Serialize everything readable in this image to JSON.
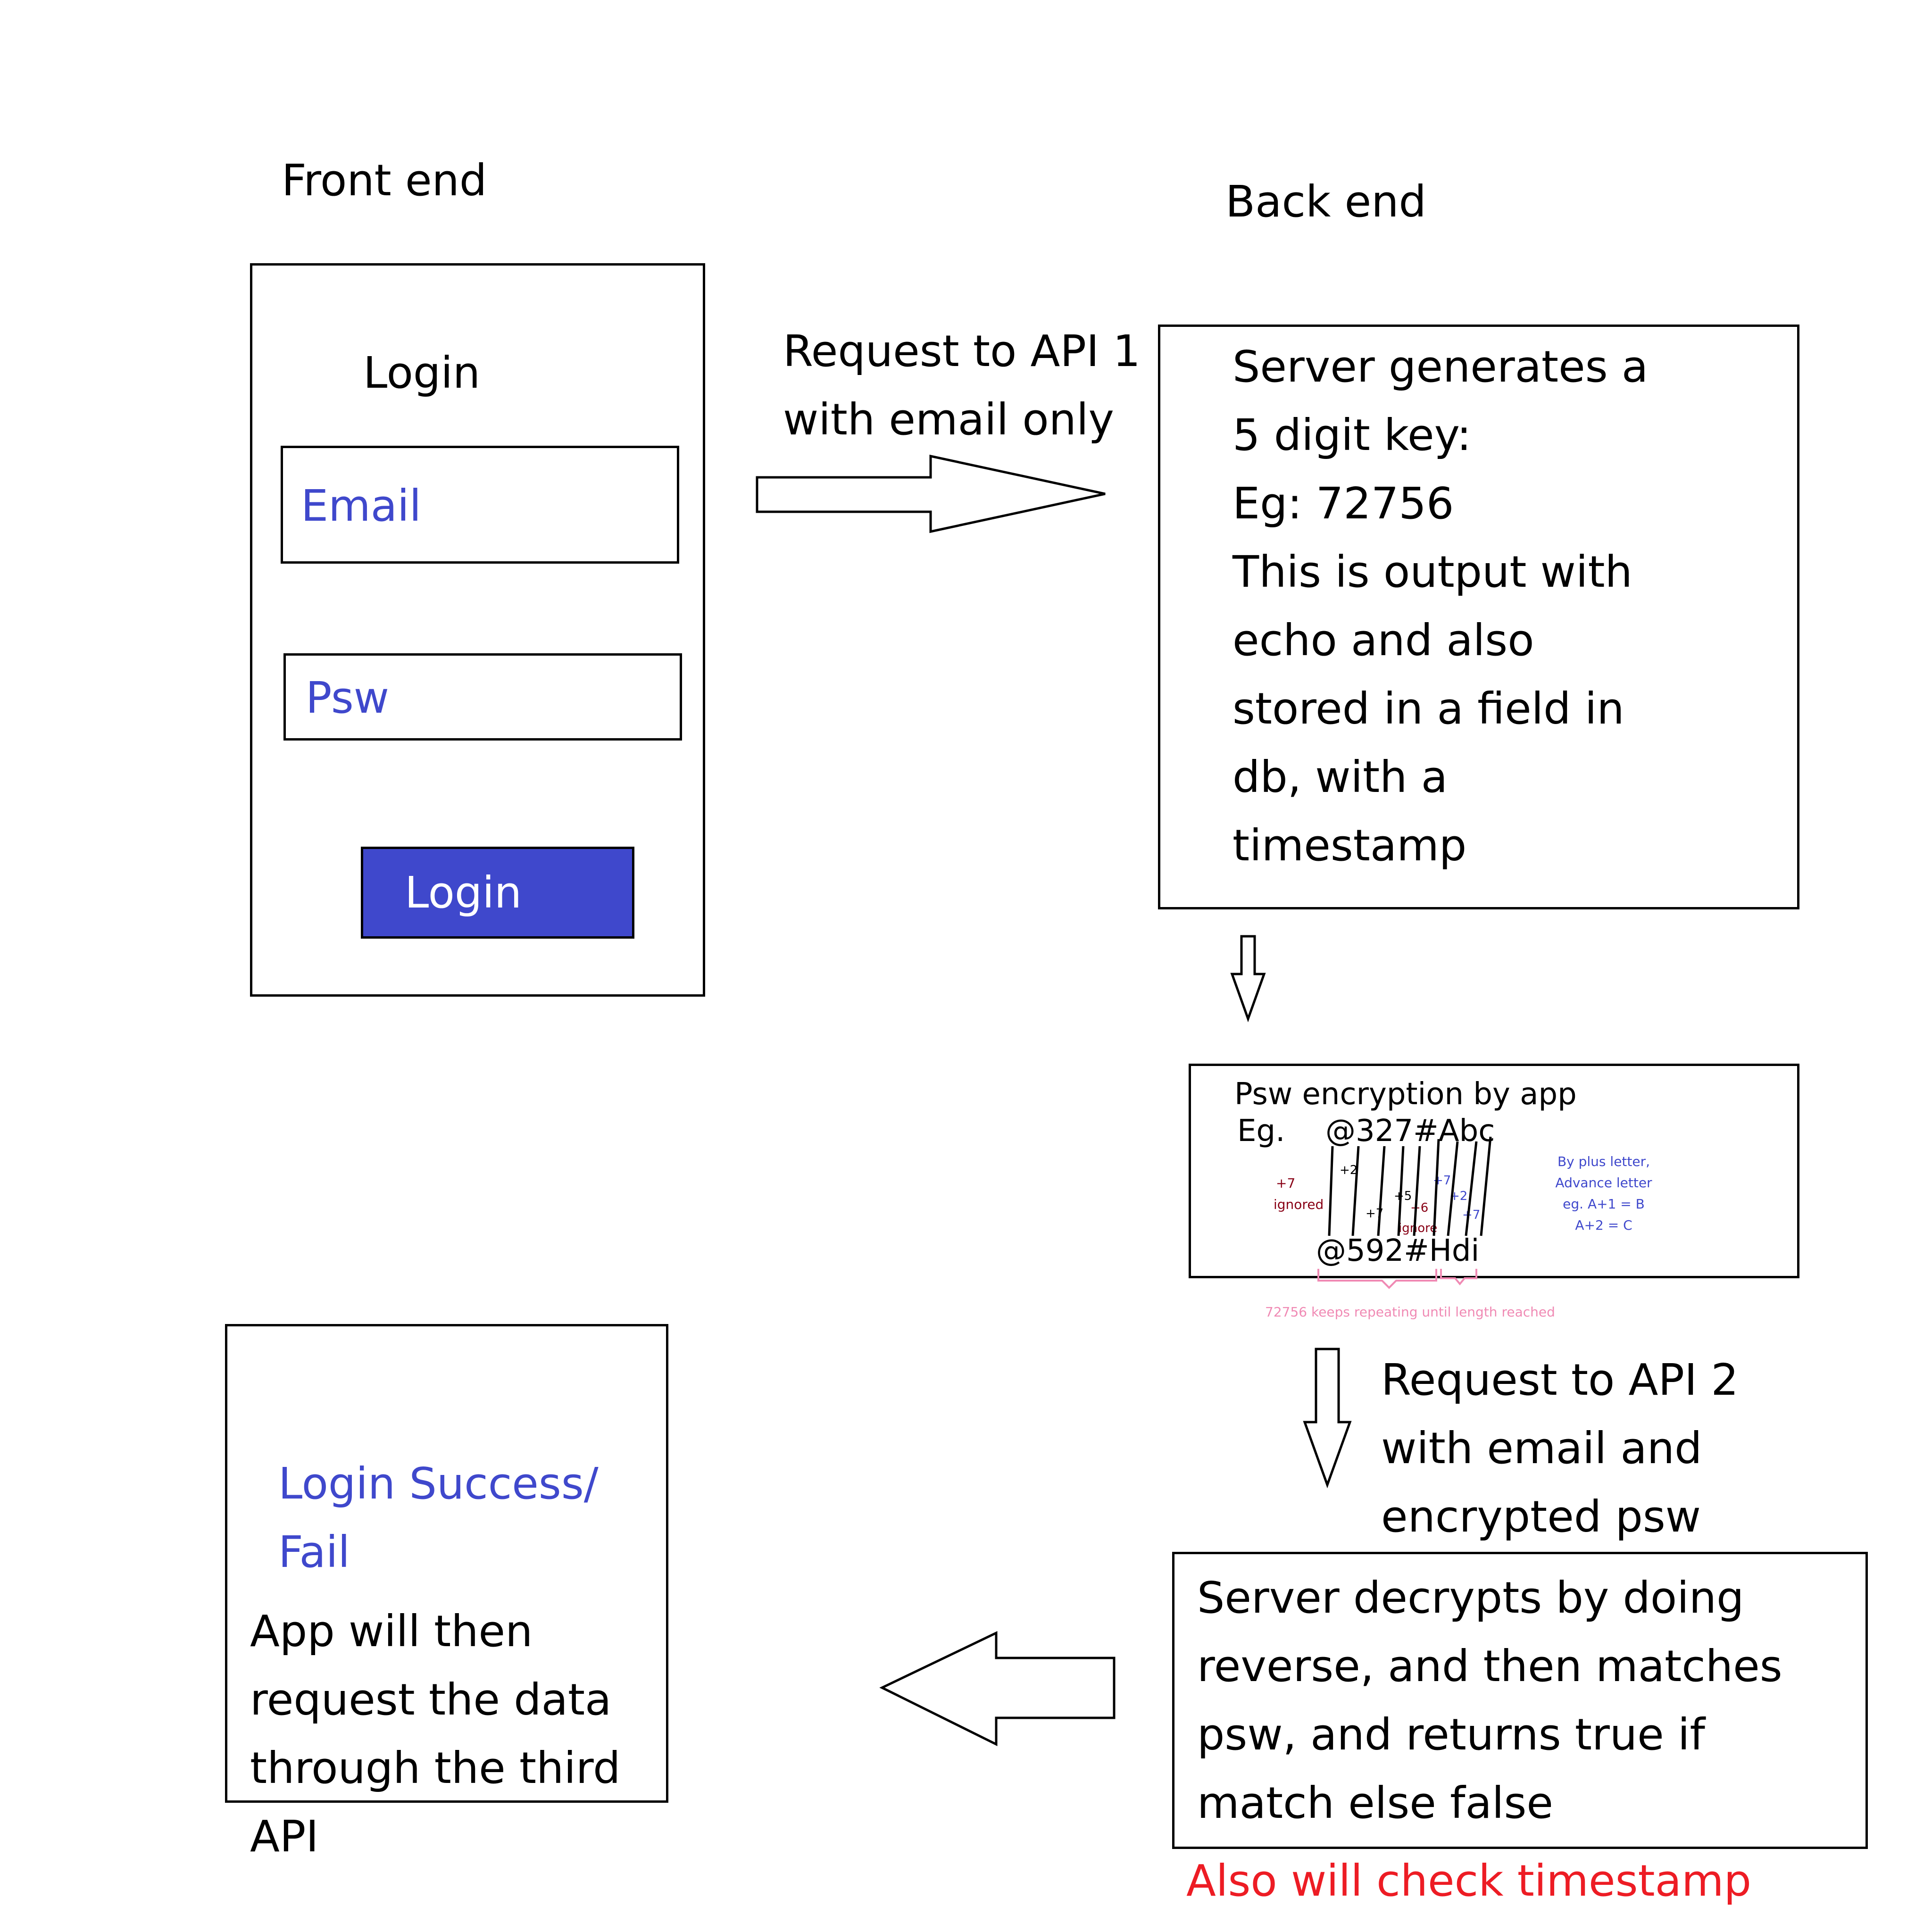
{
  "front_end_title": "Front end",
  "back_end_title": "Back end",
  "login_card": {
    "heading": "Login",
    "email_placeholder": "Email",
    "password_placeholder": "Psw",
    "login_button": "Login"
  },
  "request_api1": [
    "Request to API 1",
    "with email only"
  ],
  "server_generate": [
    "Server generates a",
    "5 digit key:",
    "Eg: 72756",
    "This is output with",
    "echo and also",
    "stored in a field in",
    "db, with a",
    "timestamp"
  ],
  "encryption": {
    "title": "Psw encryption by app",
    "eg_label": "Eg.",
    "plain": "@327#Abc",
    "cipher": "@592#Hdi",
    "ignored_label": [
      "+7",
      "ignored"
    ],
    "ignore_label": [
      "+6",
      "ignore"
    ],
    "digit_offsets": [
      "+2",
      "+7",
      "+5"
    ],
    "letter_offsets": [
      "+7",
      "+2",
      "+7"
    ],
    "note": [
      "By plus letter,",
      "Advance letter",
      "eg. A+1 = B",
      "A+2 = C"
    ],
    "repeat_note": "72756 keeps repeating until length reached"
  },
  "request_api2": [
    "Request to API 2",
    "with email and",
    "encrypted psw"
  ],
  "server_decrypt": [
    "Server decrypts by doing",
    "reverse, and then matches",
    "psw, and returns true if",
    "match else false"
  ],
  "timestamp_check": "Also will check timestamp",
  "result_card": {
    "status": [
      "Login Success/",
      "Fail"
    ],
    "follow_up": [
      "App will then",
      "request the data",
      "through the third",
      "API"
    ]
  },
  "colors": {
    "accent_blue": "#3f48cc",
    "button_blue": "#3f48cc",
    "warning_red": "#ed1c24",
    "dark_red": "#880015",
    "pink": "#f08ab4"
  }
}
